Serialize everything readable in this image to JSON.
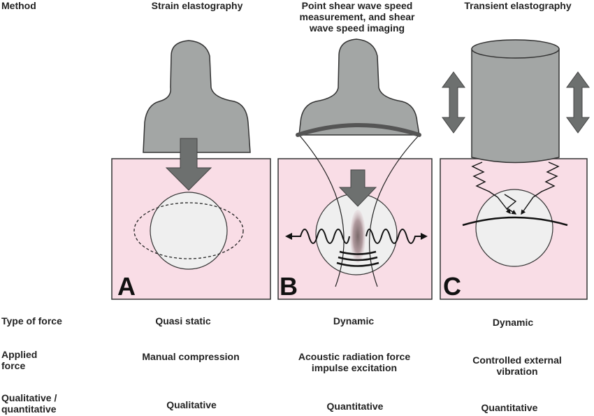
{
  "header": {
    "method_label": "Method",
    "columns": [
      {
        "title_lines": [
          "Strain elastography"
        ]
      },
      {
        "title_lines": [
          "Point shear wave speed",
          "measurement, and shear",
          "wave speed imaging"
        ]
      },
      {
        "title_lines": [
          "Transient elastography"
        ]
      }
    ]
  },
  "panels": [
    {
      "letter": "A"
    },
    {
      "letter": "B"
    },
    {
      "letter": "C"
    }
  ],
  "rows": [
    {
      "label_lines": [
        "Type of force"
      ],
      "values": [
        [
          "Quasi static"
        ],
        [
          "Dynamic"
        ],
        [
          "Dynamic"
        ]
      ]
    },
    {
      "label_lines": [
        "Applied",
        "force"
      ],
      "values": [
        [
          "Manual compression"
        ],
        [
          "Acoustic radiation force",
          "impulse excitation"
        ],
        [
          "Controlled external",
          "vibration"
        ]
      ]
    },
    {
      "label_lines": [
        "Qualitative /",
        "quantitative"
      ],
      "values": [
        [
          "Qualitative"
        ],
        [
          "Quantitative"
        ],
        [
          "Quantitative"
        ]
      ]
    }
  ],
  "colors": {
    "tissue": "#f9dde6",
    "probe": "#a3a6a5",
    "arrow": "#6d706f",
    "lesion": "#efefef",
    "outline": "#333333"
  }
}
